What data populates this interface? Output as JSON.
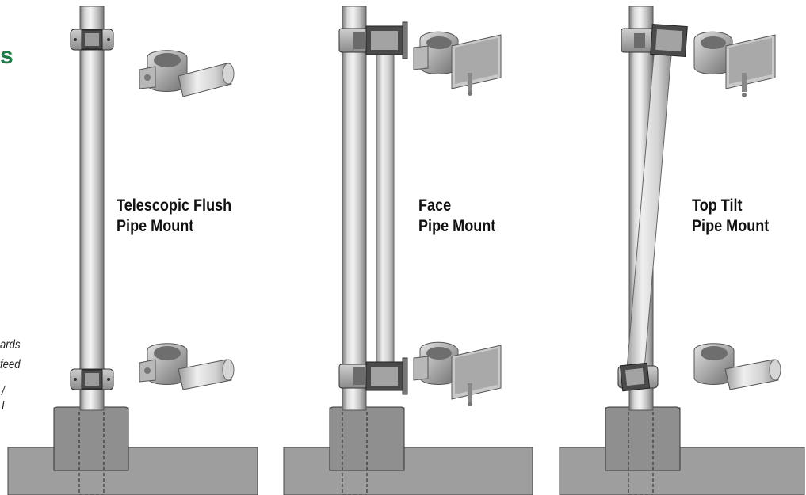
{
  "page": {
    "title_fragment": "s",
    "text_fragments": [
      "ards",
      "feed",
      "/",
      "I"
    ]
  },
  "mounts": [
    {
      "label_line1": "Telescopic Flush",
      "label_line2": "Pipe Mount"
    },
    {
      "label_line1": "Face",
      "label_line2": "Pipe Mount"
    },
    {
      "label_line1": "Top Tilt",
      "label_line2": "Pipe Mount"
    }
  ],
  "colors": {
    "title_green": "#1e7a45",
    "ground_gray": "#9e9e9e",
    "base_gray": "#8f8f8f",
    "pipe_light": "#e8e8e8",
    "pipe_dark": "#8a8a8a",
    "bracket_dark": "#4a4a4a",
    "label_text": "#111111"
  }
}
